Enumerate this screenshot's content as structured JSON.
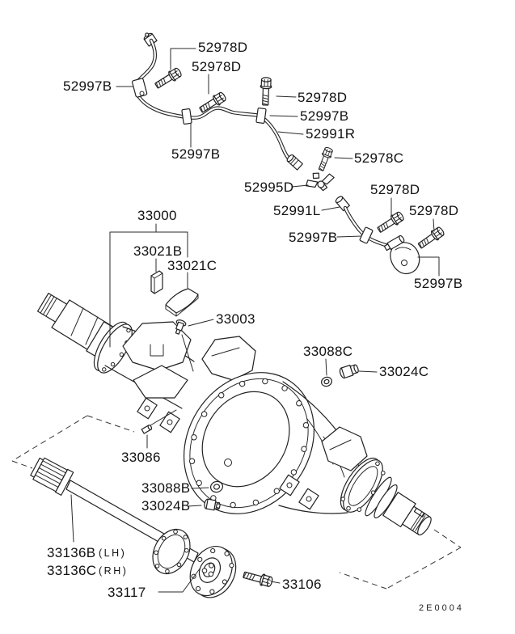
{
  "diagram": {
    "title": "rear-axle-housing-parts-diagram",
    "drawing_code": "2E0004",
    "callouts": [
      {
        "text": "52978D"
      },
      {
        "text": "52978D"
      },
      {
        "text": "52997B"
      },
      {
        "text": "52978D"
      },
      {
        "text": "52997B"
      },
      {
        "text": "52991R"
      },
      {
        "text": "52997B"
      },
      {
        "text": "52978C"
      },
      {
        "text": "52995D"
      },
      {
        "text": "52978D"
      },
      {
        "text": "52991L"
      },
      {
        "text": "52978D"
      },
      {
        "text": "52997B"
      },
      {
        "text": "52997B"
      },
      {
        "text": "33000"
      },
      {
        "text": "33021B"
      },
      {
        "text": "33021C"
      },
      {
        "text": "33003"
      },
      {
        "text": "33088C"
      },
      {
        "text": "33024C"
      },
      {
        "text": "33086"
      },
      {
        "text": "33088B"
      },
      {
        "text": "33024B"
      },
      {
        "text": "33136B",
        "side": "(LH)"
      },
      {
        "text": "33136C",
        "side": "(RH)"
      },
      {
        "text": "33117"
      },
      {
        "text": "33106"
      }
    ]
  }
}
